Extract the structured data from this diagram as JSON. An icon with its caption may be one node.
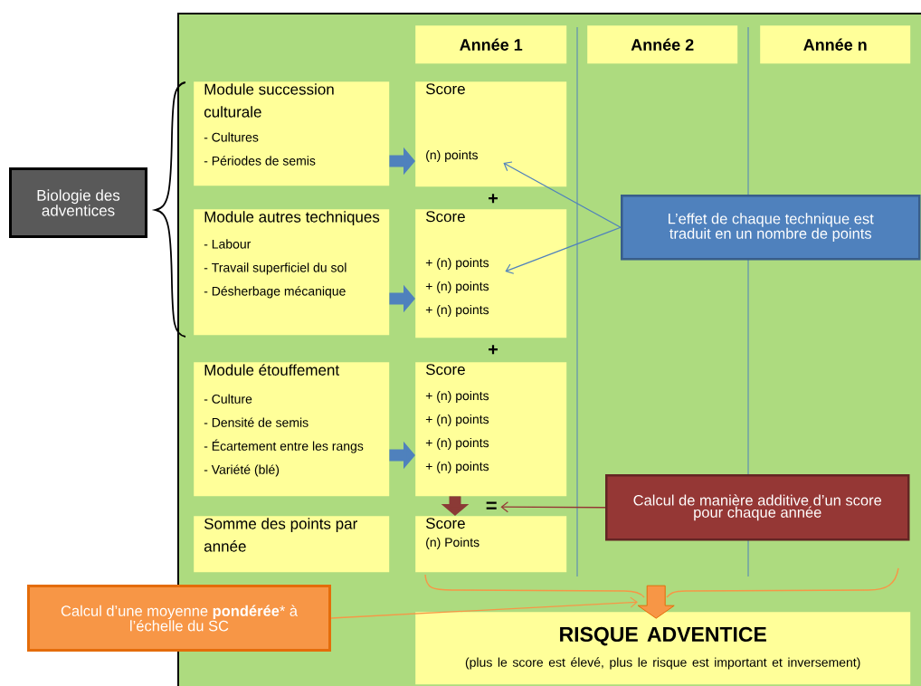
{
  "diagram": {
    "nodes": [
      {
        "text": [],
        "shape": "box"
      },
      {
        "text": [
          "Année 1"
        ],
        "in": 0
      },
      {
        "text": [
          "Année 2"
        ],
        "in": 0
      },
      {
        "text": [
          "Année n"
        ],
        "in": 0
      },
      {
        "text": [
          "Module succession culturale",
          "- Cultures",
          "- Périodes de semis"
        ],
        "in": 0
      },
      {
        "text": [
          "Score",
          "(n) points"
        ],
        "in": 0
      },
      {
        "text": [
          "Module autres techniques",
          "- Labour",
          "- Travail superficiel du sol",
          "- Désherbage mécanique"
        ],
        "in": 0
      },
      {
        "text": [
          "Score",
          "+ (n) points",
          "+ (n) points",
          "+ (n) points"
        ],
        "in": 0
      },
      {
        "text": [
          "Module étouffement",
          "- Culture",
          "- Densité de semis",
          "- Écartement entre les rangs",
          "- Variété (blé)"
        ],
        "in": 0
      },
      {
        "text": [
          "Score",
          "+ (n) points",
          "+ (n) points",
          "+ (n) points",
          "+ (n) points"
        ],
        "in": 0
      },
      {
        "text": [
          "Somme des points par année"
        ],
        "in": 0
      },
      {
        "text": [
          "Score",
          "(n) Points"
        ],
        "in": 0
      },
      {
        "text": [
          "RISQUE ADVENTICE",
          "(plus le score est élevé, plus le risque est important et inversement)"
        ],
        "in": 0
      },
      {
        "text": [
          "Biologie des adventices"
        ]
      },
      {
        "text": [
          "L’effet de chaque technique est traduit en un nombre de points"
        ],
        "in": 0
      },
      {
        "text": [
          "Calcul de manière additive d’un score pour chaque année"
        ],
        "in": 0
      },
      {
        "text": [
          "Calcul d’une moyenne **pondérée*** à l’échelle du SC"
        ]
      },
      {
        "text": [
          "="
        ],
        "in": 0
      },
      {
        "text": [],
        "shape": "arrow",
        "in": 0
      }
    ],
    "edges": [
      {
        "from": 4,
        "to": 5,
        "arrow": "to",
        "style": "thick",
        "color": "#4f81bd"
      },
      {
        "from": 6,
        "to": 7,
        "arrow": "to",
        "style": "thick",
        "color": "#4f81bd"
      },
      {
        "from": 8,
        "to": 9,
        "arrow": "to",
        "style": "thick",
        "color": "#4f81bd"
      },
      {
        "from": 14,
        "to": 5,
        "arrow": "to",
        "color": "#4f81bd"
      },
      {
        "from": 14,
        "to": 7,
        "arrow": "to",
        "color": "#4f81bd"
      },
      {
        "from": 9,
        "to": 11,
        "arrow": "to",
        "style": "thick",
        "color": "#8b3a36"
      },
      {
        "from": 15,
        "to": 17,
        "arrow": "to",
        "color": "#953735"
      },
      {
        "from": 16,
        "to": 18,
        "arrow": "to",
        "color": "#f79646"
      }
    ],
    "labels": [
      "+",
      "+"
    ]
  }
}
